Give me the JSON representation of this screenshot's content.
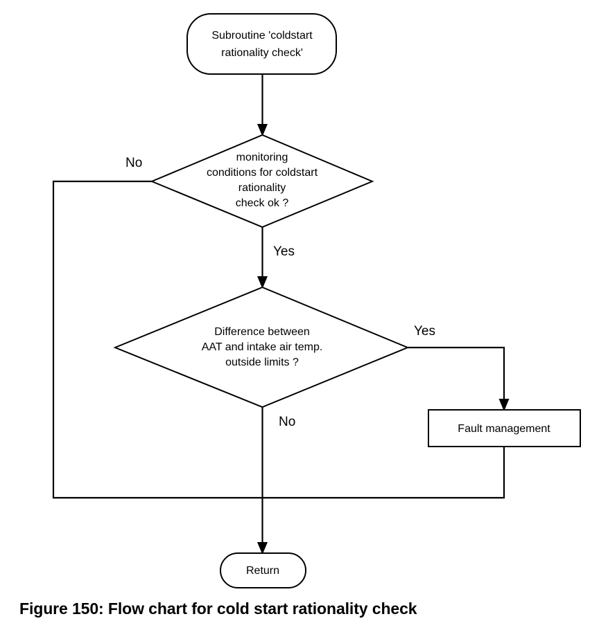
{
  "figure": {
    "caption": "Figure 150: Flow chart for cold start rationality check",
    "background_color": "#ffffff",
    "line_color": "#000000",
    "text_color": "#000000"
  },
  "nodes": {
    "start": {
      "shape": "terminator",
      "lines": [
        "Subroutine 'coldstart",
        "rationality check'"
      ],
      "line1": "Subroutine 'coldstart",
      "line2": "rationality check'"
    },
    "decision1": {
      "shape": "decision",
      "lines": [
        "monitoring",
        "conditions for coldstart",
        "rationality",
        "check ok ?"
      ],
      "line1": "monitoring",
      "line2": "conditions for coldstart",
      "line3": "rationality",
      "line4": "check ok ?"
    },
    "decision2": {
      "shape": "decision",
      "lines": [
        "Difference between",
        "AAT and intake air temp.",
        "outside limits ?"
      ],
      "line1": "Difference between",
      "line2": "AAT and intake air temp.",
      "line3": "outside limits ?"
    },
    "fault_management": {
      "shape": "process",
      "label": "Fault management"
    },
    "return": {
      "shape": "terminator",
      "label": "Return"
    }
  },
  "edge_labels": {
    "decision1_no": "No",
    "decision1_yes": "Yes",
    "decision2_yes": "Yes",
    "decision2_no": "No"
  }
}
